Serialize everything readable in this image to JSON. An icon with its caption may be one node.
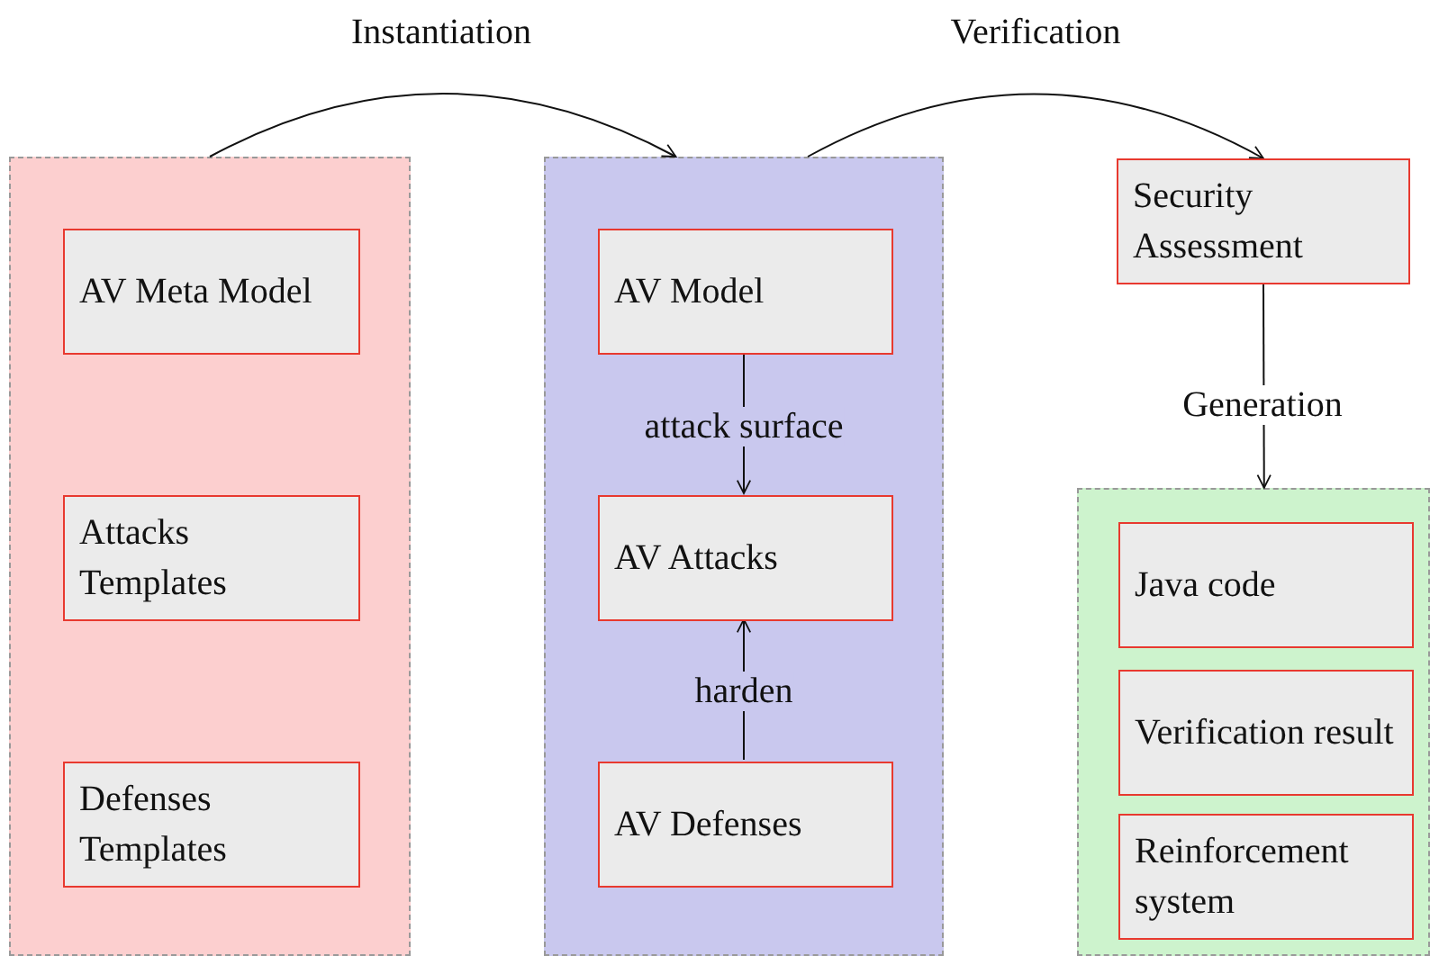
{
  "diagram": {
    "nodes": [
      {
        "text": [],
        "shape": "box"
      },
      {
        "text": [
          "AV Meta Model"
        ],
        "in": 0
      },
      {
        "text": [
          "Attacks Templates"
        ],
        "in": 0
      },
      {
        "text": [
          "Defenses Templates"
        ],
        "in": 0
      },
      {
        "text": [],
        "shape": "box"
      },
      {
        "text": [
          "AV Model"
        ],
        "in": 4
      },
      {
        "text": [
          "AV Attacks"
        ],
        "in": 4
      },
      {
        "text": [
          "AV Defenses"
        ],
        "in": 4
      },
      {
        "text": [
          "Security Assessment"
        ]
      },
      {
        "text": [],
        "shape": "box"
      },
      {
        "text": [
          "Java code"
        ],
        "in": 9
      },
      {
        "text": [
          "Verification result"
        ],
        "in": 9
      },
      {
        "text": [
          "Reinforcement system"
        ],
        "in": 9
      }
    ],
    "edges": [
      {
        "from": 0,
        "to": 4,
        "arrow": "to",
        "label": "Instantiation"
      },
      {
        "from": 4,
        "to": 8,
        "arrow": "to",
        "label": "Verification"
      },
      {
        "from": 5,
        "to": 6,
        "arrow": "to",
        "label": "attack surface"
      },
      {
        "from": 7,
        "to": 6,
        "arrow": "to",
        "label": "harden"
      },
      {
        "from": 8,
        "to": 9,
        "arrow": "to",
        "label": "Generation"
      }
    ]
  }
}
